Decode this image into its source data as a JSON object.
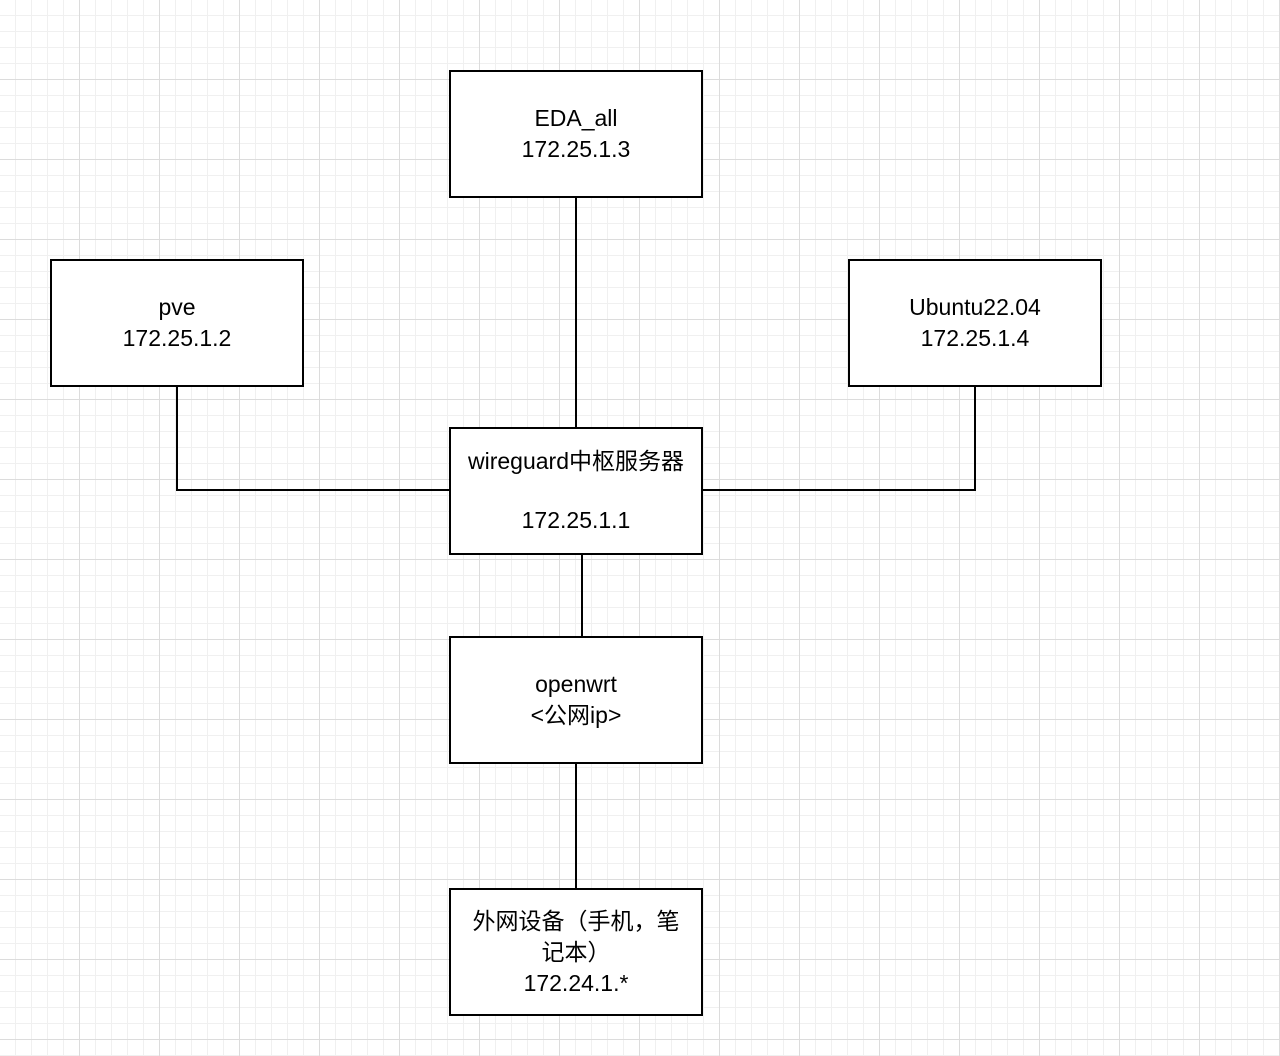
{
  "diagram": {
    "nodes": [
      {
        "id": "eda",
        "lines": [
          "EDA_all",
          "172.25.1.3"
        ]
      },
      {
        "id": "pve",
        "lines": [
          "pve",
          "172.25.1.2"
        ]
      },
      {
        "id": "ubuntu",
        "lines": [
          "Ubuntu22.04",
          "172.25.1.4"
        ]
      },
      {
        "id": "wireguard",
        "lines": [
          "wireguard中枢服务器",
          "172.25.1.1"
        ]
      },
      {
        "id": "openwrt",
        "lines": [
          "openwrt",
          "<公网ip>"
        ]
      },
      {
        "id": "external",
        "lines": [
          "外网设备（手机，笔",
          "记本）",
          "172.24.1.*"
        ]
      }
    ],
    "edges": [
      {
        "from": "eda",
        "to": "wireguard"
      },
      {
        "from": "pve",
        "to": "wireguard"
      },
      {
        "from": "ubuntu",
        "to": "wireguard"
      },
      {
        "from": "wireguard",
        "to": "openwrt"
      },
      {
        "from": "openwrt",
        "to": "external"
      }
    ]
  }
}
